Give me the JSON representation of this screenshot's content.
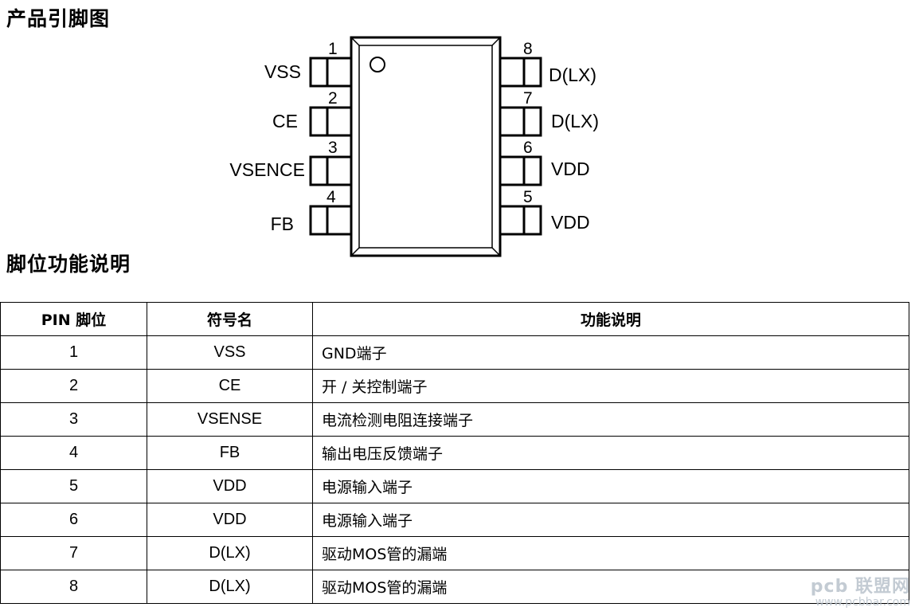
{
  "headings": {
    "pinout": "产品引脚图",
    "function": "脚位功能说明"
  },
  "diagram": {
    "left_pins": [
      {
        "num": "1",
        "label": "VSS"
      },
      {
        "num": "2",
        "label": "CE"
      },
      {
        "num": "3",
        "label": "VSENCE"
      },
      {
        "num": "4",
        "label": "FB"
      }
    ],
    "right_pins": [
      {
        "num": "8",
        "label": "D(LX)"
      },
      {
        "num": "7",
        "label": "D(LX)"
      },
      {
        "num": "6",
        "label": "VDD"
      },
      {
        "num": "5",
        "label": "VDD"
      }
    ]
  },
  "table": {
    "headers": [
      "PIN 脚位",
      "符号名",
      "功能说明"
    ],
    "rows": [
      [
        "1",
        "VSS",
        "GND端子"
      ],
      [
        "2",
        "CE",
        "开 / 关控制端子"
      ],
      [
        "3",
        "VSENSE",
        "电流检测电阻连接端子"
      ],
      [
        "4",
        "FB",
        "输出电压反馈端子"
      ],
      [
        "5",
        "VDD",
        "电源输入端子"
      ],
      [
        "6",
        "VDD",
        "电源输入端子"
      ],
      [
        "7",
        "D(LX)",
        "驱动MOS管的漏端"
      ],
      [
        "8",
        "D(LX)",
        "驱动MOS管的漏端"
      ]
    ]
  },
  "watermark": {
    "logo": "pcb 联盟网",
    "url": "www.pcbbar.com"
  }
}
